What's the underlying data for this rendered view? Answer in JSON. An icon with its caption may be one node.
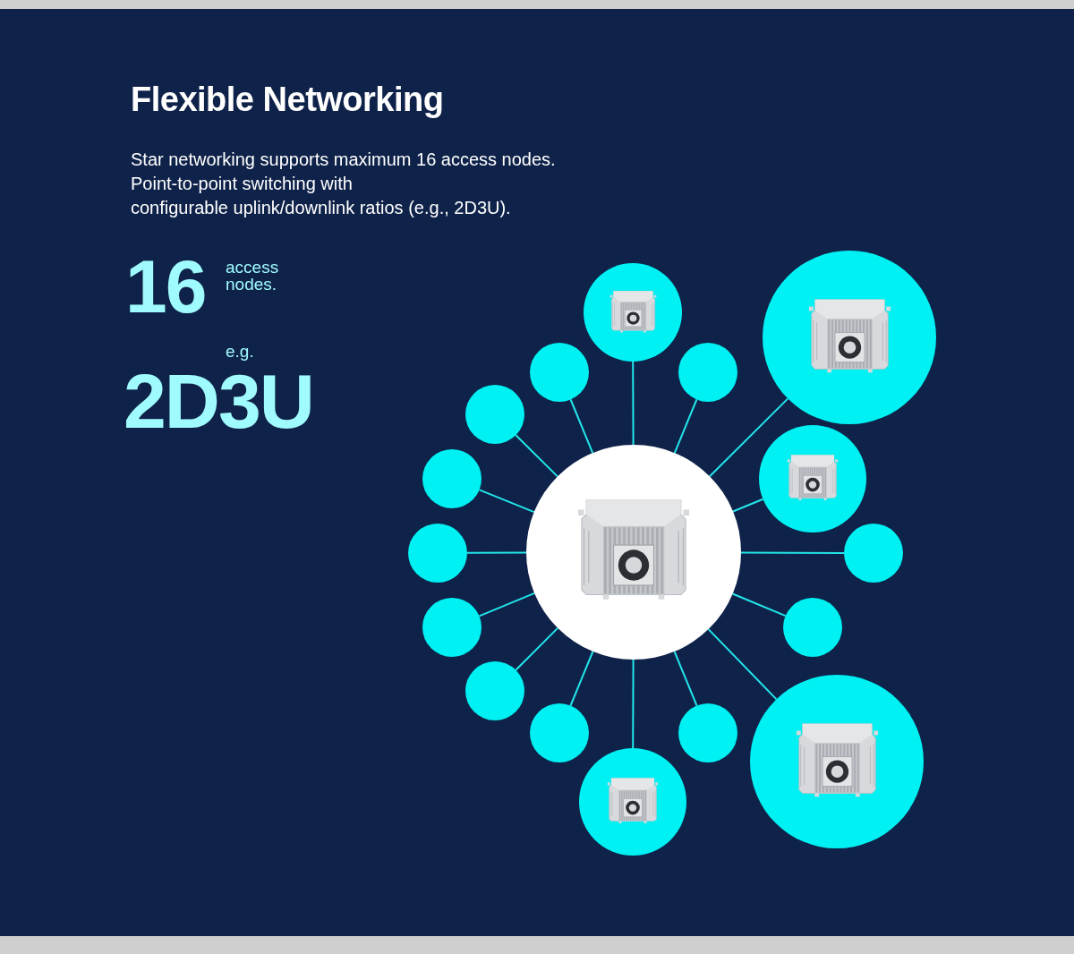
{
  "diagram": {
    "title": "Flexible Networking",
    "nodes": [
      {
        "text": [],
        "shape": "picture"
      },
      {
        "text": [],
        "shape": "picture"
      },
      {
        "text": [],
        "shape": "circle"
      },
      {
        "text": [],
        "shape": "circle"
      },
      {
        "text": [],
        "shape": "picture"
      },
      {
        "text": [],
        "shape": "circle"
      },
      {
        "text": [],
        "shape": "picture"
      },
      {
        "text": [],
        "shape": "circle"
      },
      {
        "text": [],
        "shape": "circle"
      },
      {
        "text": [],
        "shape": "circle"
      },
      {
        "text": [],
        "shape": "circle"
      },
      {
        "text": [],
        "shape": "circle"
      },
      {
        "text": [],
        "shape": "circle"
      },
      {
        "text": [],
        "shape": "circle"
      },
      {
        "text": [],
        "shape": "circle"
      },
      {
        "text": [],
        "shape": "picture"
      },
      {
        "text": [],
        "shape": "picture"
      }
    ],
    "edges": [
      {
        "from": 0,
        "to": 1,
        "arrow": "none"
      },
      {
        "from": 0,
        "to": 2,
        "arrow": "none"
      },
      {
        "from": 0,
        "to": 3,
        "arrow": "none"
      },
      {
        "from": 0,
        "to": 4,
        "arrow": "none"
      },
      {
        "from": 0,
        "to": 5,
        "arrow": "none"
      },
      {
        "from": 0,
        "to": 6,
        "arrow": "none"
      },
      {
        "from": 0,
        "to": 7,
        "arrow": "none"
      },
      {
        "from": 0,
        "to": 8,
        "arrow": "none"
      },
      {
        "from": 0,
        "to": 9,
        "arrow": "none"
      },
      {
        "from": 0,
        "to": 10,
        "arrow": "none"
      },
      {
        "from": 0,
        "to": 11,
        "arrow": "none"
      },
      {
        "from": 0,
        "to": 12,
        "arrow": "none"
      },
      {
        "from": 0,
        "to": 13,
        "arrow": "none"
      },
      {
        "from": 0,
        "to": 14,
        "arrow": "none"
      },
      {
        "from": 0,
        "to": 15,
        "arrow": "none"
      },
      {
        "from": 0,
        "to": 16,
        "arrow": "none"
      }
    ],
    "labels": [
      "Star networking supports maximum 16 access nodes.",
      "Point-to-point switching with",
      "configurable uplink/downlink ratios (e.g., 2D3U).",
      "16",
      "access nodes.",
      "e.g.",
      "2D3U"
    ]
  }
}
